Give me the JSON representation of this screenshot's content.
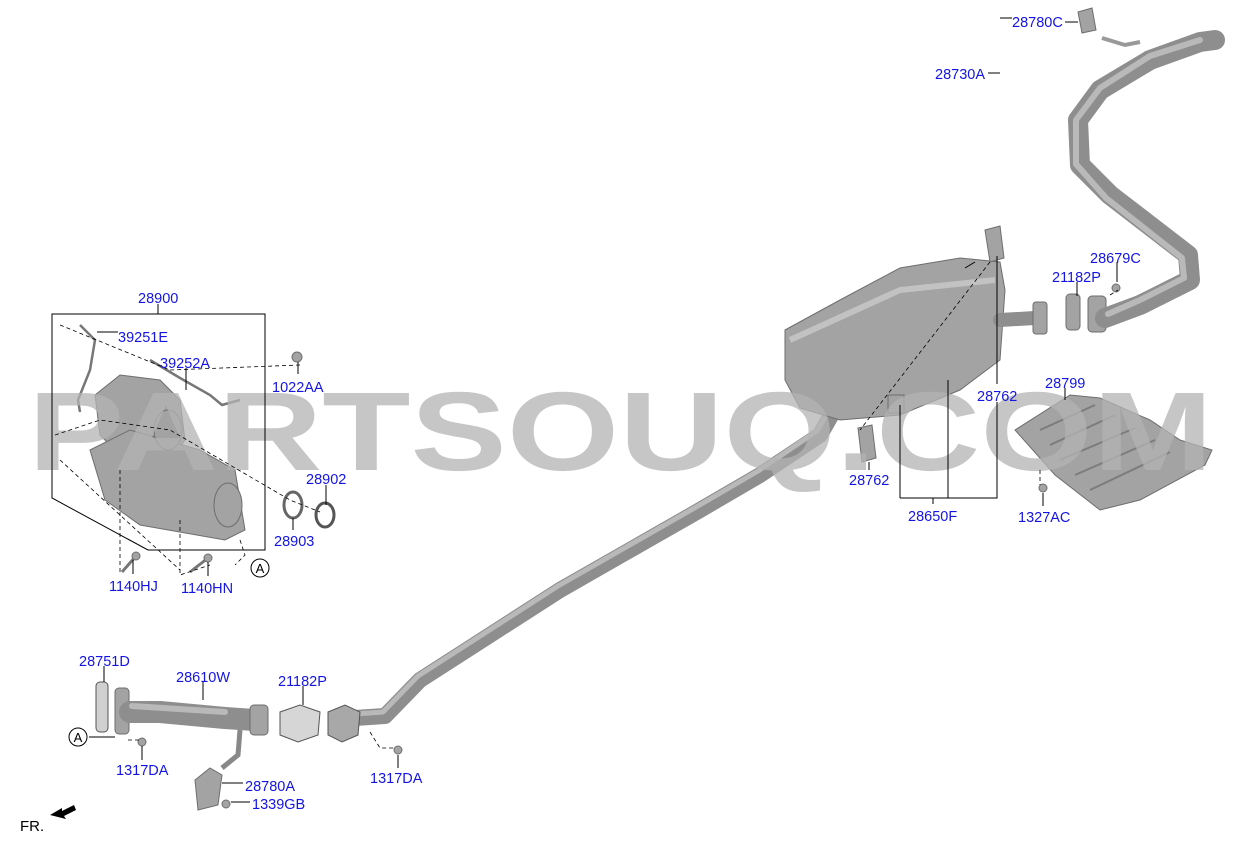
{
  "diagram": {
    "watermark": "PARTSOUQ.COM",
    "direction_label": "FR.",
    "reference_marker": "A",
    "label_color": "#1414e6",
    "labels": {
      "l28780C": "28780C",
      "l28730A": "28730A",
      "l28900": "28900",
      "l39251E": "39251E",
      "l39252A": "39252A",
      "l1022AA": "1022AA",
      "l28902": "28902",
      "l28903": "28903",
      "l1140HJ": "1140HJ",
      "l1140HN": "1140HN",
      "l28679C": "28679C",
      "l21182P_rear": "21182P",
      "l28799": "28799",
      "l28762_upper": "28762",
      "l28762_lower": "28762",
      "l28650F": "28650F",
      "l1327AC": "1327AC",
      "l28751D": "28751D",
      "l28610W": "28610W",
      "l21182P_front": "21182P",
      "l1317DA_left": "1317DA",
      "l1317DA_right": "1317DA",
      "l28780A": "28780A",
      "l1339GB": "1339GB"
    }
  }
}
